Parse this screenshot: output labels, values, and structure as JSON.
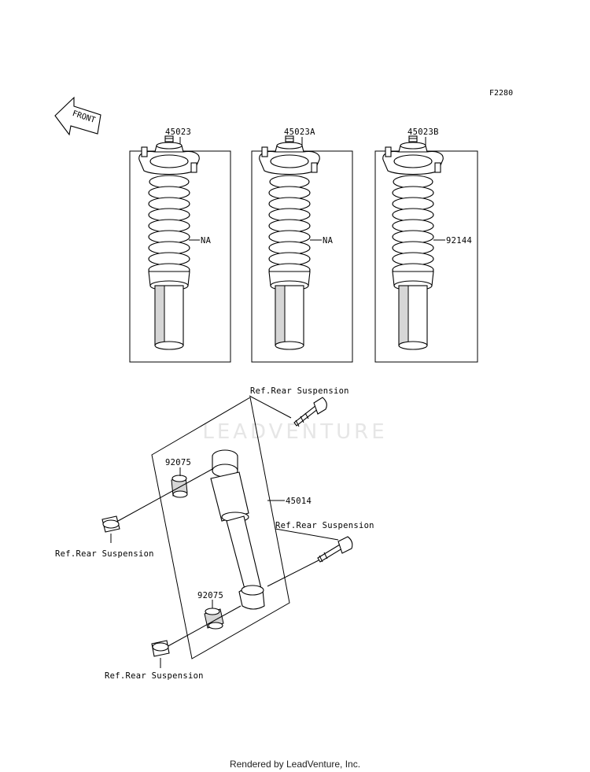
{
  "figure_code": "F2280",
  "front_label": "FRONT",
  "watermark": "LEADVENTURE",
  "footer": "Rendered by LeadVenture, Inc.",
  "assemblies": [
    {
      "part_no": "45023",
      "spring_label": "NA"
    },
    {
      "part_no": "45023A",
      "spring_label": "NA"
    },
    {
      "part_no": "45023B",
      "spring_label": "92144"
    }
  ],
  "rear": {
    "shock_part_no": "45014",
    "bushing_upper": "92075",
    "bushing_lower": "92075",
    "ref_upper_bolt": "Ref.Rear Suspension",
    "ref_upper_nut": "Ref.Rear Suspension",
    "ref_lower_bolt": "Ref.Rear Suspension",
    "ref_lower_nut": "Ref.Rear Suspension"
  }
}
